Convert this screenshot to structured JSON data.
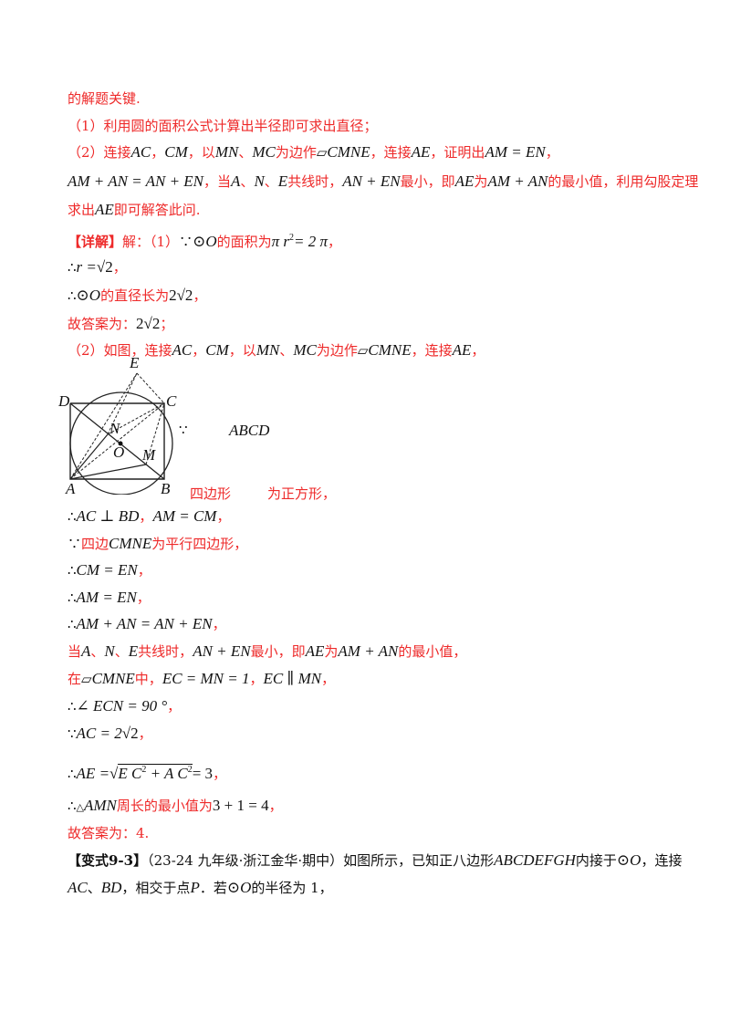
{
  "lines": {
    "l1": "的解题关键.",
    "l2": "（1）利用圆的面积公式计算出半径即可求出直径；",
    "l3": {
      "a": "（2）连接",
      "AC": "AC",
      "sep1": "，",
      "CM": "CM",
      "b": "，以",
      "MN": "MN",
      "c": "、",
      "MC": "MC",
      "d": "为边作",
      "para": "▱",
      "CMNE": "CMNE",
      "e": "，连接",
      "AE": "AE",
      "f": "，证明出",
      "eq": "AM = EN",
      "g": "，"
    },
    "l4": {
      "eq1": "AM + AN = AN + EN",
      "a": "，当",
      "A": "A",
      "s1": "、",
      "N": "N",
      "s2": "、",
      "E": "E",
      "b": "共线时，",
      "eq2": "AN + EN",
      "c": "最小，即",
      "AE": "AE",
      "d": "为",
      "eq3": "AM + AN",
      "e": "的最小值，利用勾股定理"
    },
    "l5": {
      "a": "求出",
      "AE": "AE",
      "b": "即可解答此问."
    },
    "l6": {
      "tag": "【详解】",
      "a": "解：（1）",
      "because": "∵",
      "circ": "⊙O",
      "b": "的面积为",
      "eq": "π r",
      "sup": "2",
      "eq2": "= 2 π",
      "c": "，"
    },
    "l7": {
      "therefore": "∴",
      "r": "r =",
      "rad": "√2",
      "c": "，"
    },
    "l8": {
      "therefore": "∴",
      "circ": "⊙O",
      "a": "的直径长为",
      "val": "2√2",
      "c": "，"
    },
    "l9": {
      "a": "故答案为：",
      "val": "2√2",
      "c": "；"
    },
    "l10": {
      "a": "（2）如图，连接",
      "AC": "AC",
      "s1": "，",
      "CM": "CM",
      "b": "，以",
      "MN": "MN",
      "c": "、",
      "MC": "MC",
      "d": "为边作",
      "para": "▱",
      "CMNE": "CMNE",
      "e": "，连接",
      "AE": "AE",
      "f": "，"
    },
    "diagram_labels": {
      "E": "E",
      "D": "D",
      "C": "C",
      "N": "N",
      "O": "O",
      "M": "M",
      "A": "A",
      "B": "B",
      "dots": "∵"
    },
    "l11": {
      "abcd": "ABCD",
      "t1": "四边形",
      "t2": "为正方形，"
    },
    "l12": {
      "therefore": "∴",
      "eq1": "AC ⊥ BD",
      "s": "，",
      "eq2": "AM = CM",
      "c": "，"
    },
    "l13": {
      "because": "∵",
      "a": "四边",
      "CMNE": "CMNE",
      "b": "为平行四边形，"
    },
    "l14": {
      "therefore": "∴",
      "eq": "CM = EN",
      "c": "，"
    },
    "l15": {
      "therefore": "∴",
      "eq": "AM = EN",
      "c": "，"
    },
    "l16": {
      "therefore": "∴",
      "eq": "AM + AN = AN + EN",
      "c": "，"
    },
    "l17": {
      "a": "当",
      "A": "A",
      "s1": "、",
      "N": "N",
      "s2": "、",
      "E": "E",
      "b": "共线时，",
      "eq1": "AN + EN",
      "c": "最小，即",
      "AE": "AE",
      "d": "为",
      "eq2": "AM + AN",
      "e": "的最小值，"
    },
    "l18": {
      "a": "在",
      "para": "▱",
      "CMNE": "CMNE",
      "b": "中，",
      "eq1": "EC = MN = 1",
      "s": "，",
      "eq2": "EC ∥ MN",
      "c": "，"
    },
    "l19": {
      "therefore": "∴",
      "eq": "∠ ECN = 90 °",
      "c": "，"
    },
    "l20": {
      "because": "∵",
      "eq": "AC = 2",
      "rad": "√2",
      "c": "，"
    },
    "l21": {
      "therefore": "∴",
      "lhs": "AE =",
      "radsign": "√",
      "rad_a": "E C",
      "sup1": "2",
      "plus": " + A C",
      "sup2": "2",
      "rhs": "= 3",
      "c": "，"
    },
    "l22": {
      "therefore": "∴",
      "tri": "△",
      "AMN": "AMN",
      "a": "周长的最小值为",
      "eq": "3 + 1 = 4",
      "c": "，"
    },
    "l23": "故答案为：4.",
    "l24": {
      "tag": "【变式9-3】",
      "a": "（23-24 九年级·浙江金华·期中）如图所示，已知正八边形",
      "poly": "ABCDEFGH",
      "b": "内接于",
      "circ": "⊙O",
      "c": "，连接"
    },
    "l25": {
      "AC": "AC",
      "a": "、",
      "BD": "BD",
      "b": "，相交于点",
      "P": "P",
      "c": "．若",
      "circ": "⊙O",
      "d": "的半径为 1，"
    }
  },
  "colors": {
    "red": "#ee2a2a",
    "black": "#111111"
  }
}
